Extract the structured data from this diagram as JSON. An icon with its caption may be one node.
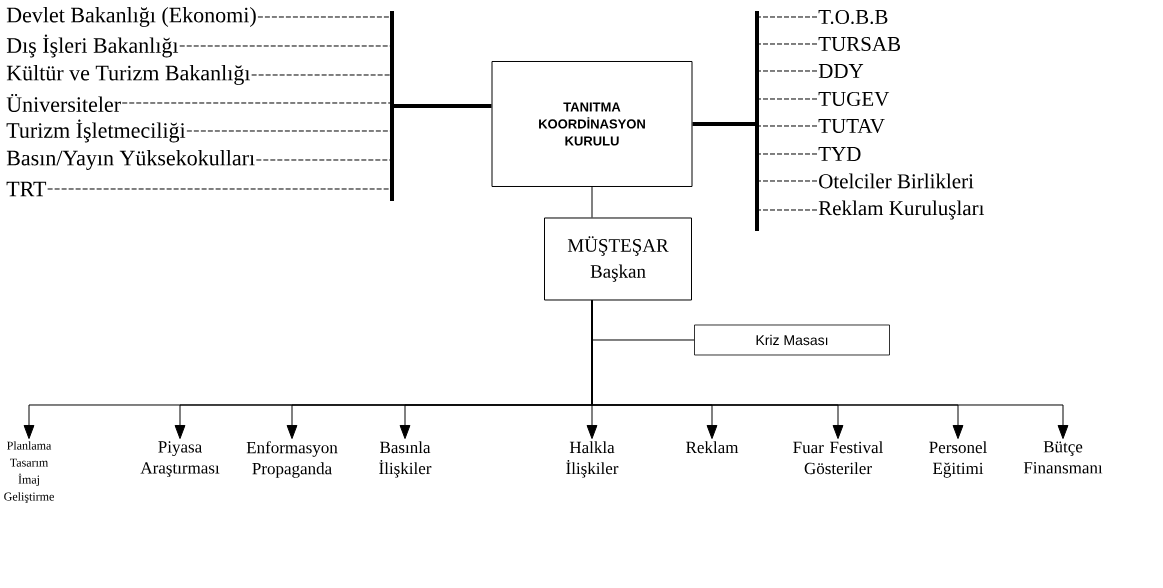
{
  "diagram": {
    "nodes": [
      {
        "text": [
          "TANITMA KOORDİNASYON KURULU"
        ]
      },
      {
        "text": [
          "Devlet Bakanlığı (Ekonomi)"
        ]
      },
      {
        "text": [
          "Dış İşleri Bakanlığı"
        ]
      },
      {
        "text": [
          "Kültür ve Turizm Bakanlığı"
        ]
      },
      {
        "text": [
          "Üniversiteler"
        ]
      },
      {
        "text": [
          "Turizm İşletmeciliği"
        ]
      },
      {
        "text": [
          "Basın/Yayın Yüksekokulları"
        ]
      },
      {
        "text": [
          "TRT"
        ]
      },
      {
        "text": [
          "T.O.B.B"
        ]
      },
      {
        "text": [
          "TURSAB"
        ]
      },
      {
        "text": [
          "DDY"
        ]
      },
      {
        "text": [
          "TUGEV"
        ]
      },
      {
        "text": [
          "TUTAV"
        ]
      },
      {
        "text": [
          "TYD"
        ]
      },
      {
        "text": [
          "Otelciler Birlikleri"
        ]
      },
      {
        "text": [
          "Reklam Kuruluşları"
        ]
      },
      {
        "text": [],
        "shape": "bar"
      },
      {
        "text": [],
        "shape": "bar"
      },
      {
        "text": [
          "MÜŞTEŞAR",
          "Başkan"
        ]
      },
      {
        "text": [
          "Kriz Masası"
        ]
      },
      {
        "text": [
          "Planlama Tasarım İmaj Geliştirme"
        ]
      },
      {
        "text": [
          "Piyasa Araştırması"
        ]
      },
      {
        "text": [
          "Enformasyon Propaganda"
        ]
      },
      {
        "text": [
          "Basınla İlişkiler"
        ]
      },
      {
        "text": [
          "Halkla İlişkiler"
        ]
      },
      {
        "text": [
          "Reklam"
        ]
      },
      {
        "text": [
          "Fuar Festival Gösteriler"
        ]
      },
      {
        "text": [
          "Personel Eğitimi"
        ]
      },
      {
        "text": [
          "Bütçe Finansmanı"
        ]
      }
    ],
    "edges": [
      {
        "from": 1,
        "to": 16,
        "arrow": "none",
        "style": "dashed"
      },
      {
        "from": 2,
        "to": 16,
        "arrow": "none",
        "style": "dashed"
      },
      {
        "from": 3,
        "to": 16,
        "arrow": "none",
        "style": "dashed"
      },
      {
        "from": 4,
        "to": 16,
        "arrow": "none",
        "style": "dashed"
      },
      {
        "from": 5,
        "to": 16,
        "arrow": "none",
        "style": "dashed"
      },
      {
        "from": 6,
        "to": 16,
        "arrow": "none",
        "style": "dashed"
      },
      {
        "from": 7,
        "to": 16,
        "arrow": "none",
        "style": "dashed"
      },
      {
        "from": 8,
        "to": 17,
        "arrow": "none",
        "style": "dashed"
      },
      {
        "from": 9,
        "to": 17,
        "arrow": "none",
        "style": "dashed"
      },
      {
        "from": 10,
        "to": 17,
        "arrow": "none",
        "style": "dashed"
      },
      {
        "from": 11,
        "to": 17,
        "arrow": "none",
        "style": "dashed"
      },
      {
        "from": 12,
        "to": 17,
        "arrow": "none",
        "style": "dashed"
      },
      {
        "from": 13,
        "to": 17,
        "arrow": "none",
        "style": "dashed"
      },
      {
        "from": 14,
        "to": 17,
        "arrow": "none",
        "style": "dashed"
      },
      {
        "from": 15,
        "to": 17,
        "arrow": "none",
        "style": "dashed"
      },
      {
        "from": 16,
        "to": 0,
        "arrow": "none",
        "style": "thick"
      },
      {
        "from": 0,
        "to": 17,
        "arrow": "none",
        "style": "thick"
      },
      {
        "from": 0,
        "to": 18,
        "arrow": "none"
      },
      {
        "from": 18,
        "to": 19,
        "arrow": "none"
      },
      {
        "from": 18,
        "to": 20,
        "arrow": "to"
      },
      {
        "from": 18,
        "to": 21,
        "arrow": "to"
      },
      {
        "from": 18,
        "to": 22,
        "arrow": "to"
      },
      {
        "from": 18,
        "to": 23,
        "arrow": "to"
      },
      {
        "from": 18,
        "to": 24,
        "arrow": "to"
      },
      {
        "from": 18,
        "to": 25,
        "arrow": "to"
      },
      {
        "from": 18,
        "to": 26,
        "arrow": "to"
      },
      {
        "from": 18,
        "to": 27,
        "arrow": "to"
      },
      {
        "from": 18,
        "to": 28,
        "arrow": "to"
      }
    ]
  }
}
